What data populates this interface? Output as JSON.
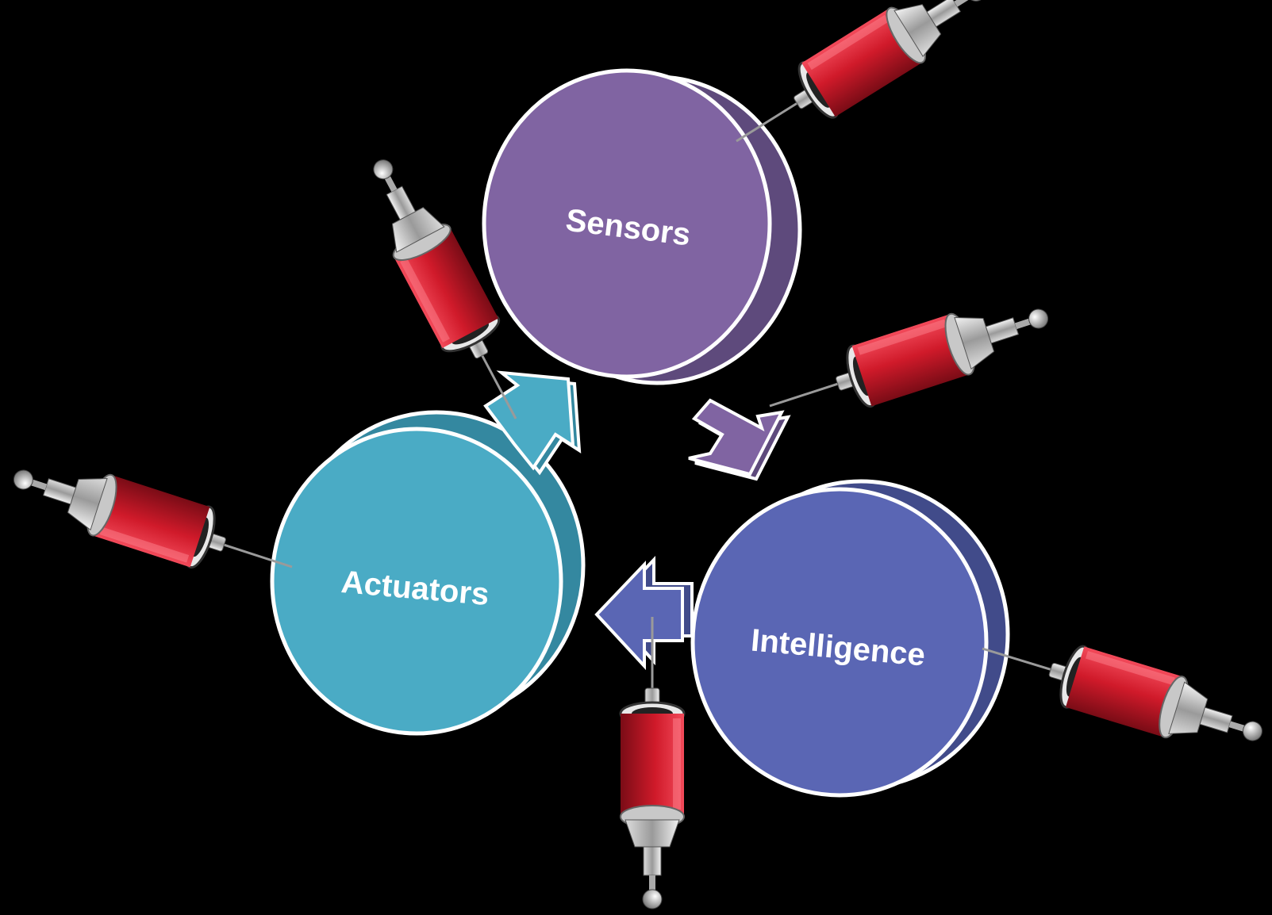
{
  "colors": {
    "background": "#000000",
    "sensors": "#8064a2",
    "sensors_dark": "#5e4a7c",
    "intelligence": "#5a66b4",
    "intelligence_dark": "#414b8a",
    "actuators": "#4aabc5",
    "actuators_dark": "#3488a0",
    "outline": "#ffffff",
    "syringe_liquid": "#d01a2a"
  },
  "cycle": {
    "nodes": [
      {
        "id": "sensors",
        "label": "Sensors"
      },
      {
        "id": "intelligence",
        "label": "Intelligence"
      },
      {
        "id": "actuators",
        "label": "Actuators"
      }
    ],
    "arrows": [
      {
        "from": "sensors",
        "to": "intelligence"
      },
      {
        "from": "intelligence",
        "to": "actuators"
      },
      {
        "from": "actuators",
        "to": "sensors"
      }
    ]
  },
  "decorations": {
    "syringe_icon": "syringe-icon",
    "syringe_count": 6
  }
}
